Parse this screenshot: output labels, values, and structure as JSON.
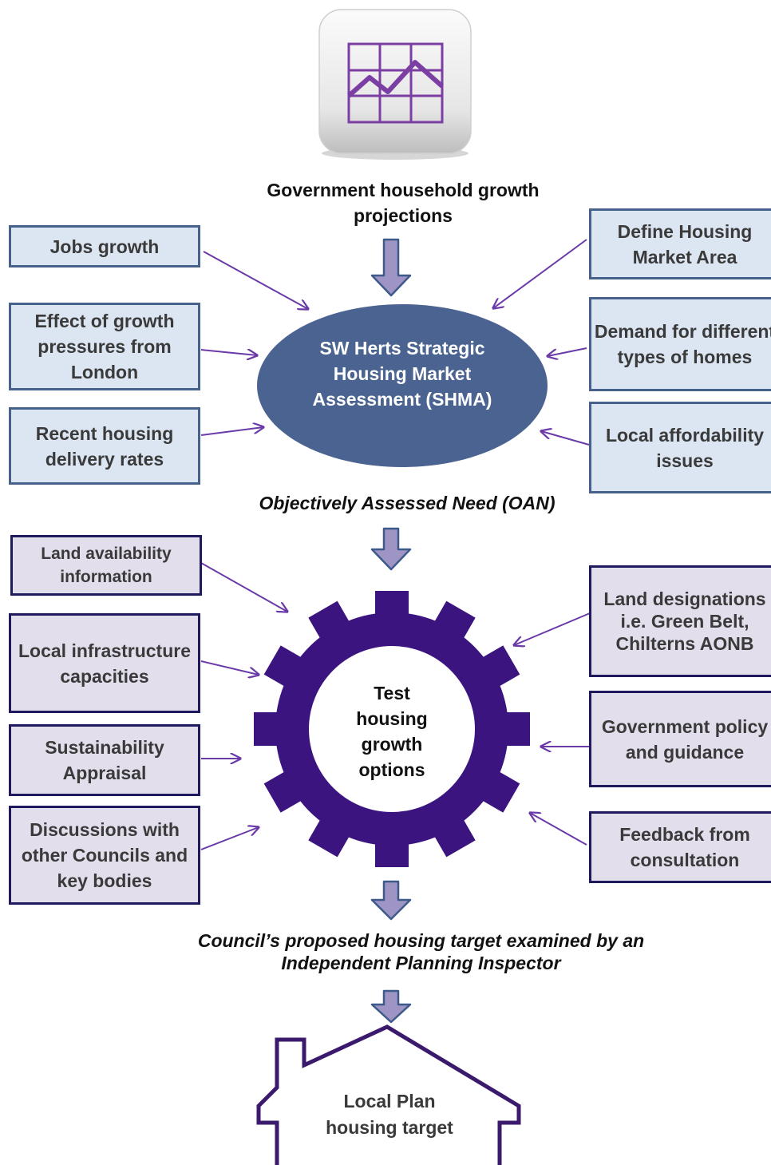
{
  "projections_heading": "Government household growth projections",
  "shma_label": "SW Herts Strategic Housing Market Assessment (SHMA)",
  "oan_label": "Objectively Assessed Need (OAN)",
  "gear_label": "Test housing growth options",
  "inspector_label": "Council’s proposed housing target examined by an Independent Planning Inspector",
  "house_label": "Local Plan housing target",
  "shma_inputs_left": [
    "Jobs growth",
    "Effect of growth pressures from London",
    "Recent housing delivery rates"
  ],
  "shma_inputs_right": [
    "Define Housing Market Area",
    "Demand for different types of homes",
    "Local affordability issues"
  ],
  "gear_inputs_left": [
    "Land availability information",
    "Local infrastructure capacities",
    "Sustainability Appraisal",
    "Discussions with other Councils and key bodies"
  ],
  "gear_inputs_right": [
    "Land designations i.e. Green Belt, Chilterns AONB",
    "Government policy and guidance",
    "Feedback from consultation"
  ],
  "icon": "line-chart-icon",
  "colors": {
    "blue_box_fill": "#dbe6f2",
    "blue_box_border": "#46628c",
    "purple_box_fill": "#e3deec",
    "purple_box_border": "#1f1a5e",
    "ellipse": "#4a6390",
    "gear": "#3b1480",
    "down_arrow": "#9f95c4",
    "connector": "#6a3aa8"
  }
}
